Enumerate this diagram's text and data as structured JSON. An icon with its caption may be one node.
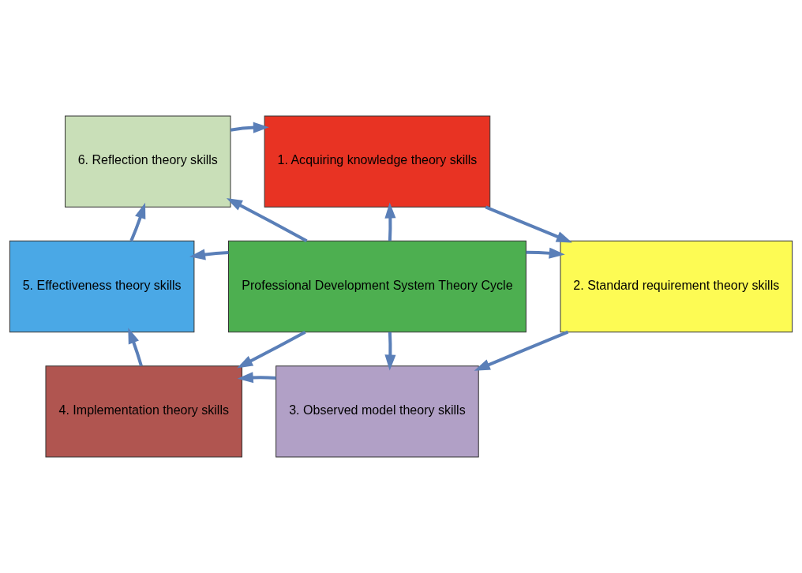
{
  "diagram": {
    "nodes": [
      {
        "text": [
          "6. Reflection theory skills"
        ]
      },
      {
        "text": [
          "1. Acquiring knowledge theory skills"
        ]
      },
      {
        "text": [
          "5. Effectiveness theory skills"
        ]
      },
      {
        "text": [
          "Professional Development System Theory Cycle"
        ]
      },
      {
        "text": [
          "2. Standard requirement theory skills"
        ]
      },
      {
        "text": [
          "4. Implementation theory skills"
        ]
      },
      {
        "text": [
          "3. Observed model theory skills"
        ]
      }
    ],
    "edges": [
      {
        "from": 0,
        "to": 1,
        "arrow": "to"
      },
      {
        "from": 1,
        "to": 4,
        "arrow": "to"
      },
      {
        "from": 4,
        "to": 6,
        "arrow": "to"
      },
      {
        "from": 6,
        "to": 5,
        "arrow": "to"
      },
      {
        "from": 5,
        "to": 2,
        "arrow": "to"
      },
      {
        "from": 2,
        "to": 0,
        "arrow": "to"
      },
      {
        "from": 3,
        "to": 0,
        "arrow": "to"
      },
      {
        "from": 3,
        "to": 1,
        "arrow": "to"
      },
      {
        "from": 3,
        "to": 2,
        "arrow": "to"
      },
      {
        "from": 3,
        "to": 4,
        "arrow": "to"
      },
      {
        "from": 3,
        "to": 5,
        "arrow": "to"
      },
      {
        "from": 3,
        "to": 6,
        "arrow": "to"
      }
    ]
  }
}
